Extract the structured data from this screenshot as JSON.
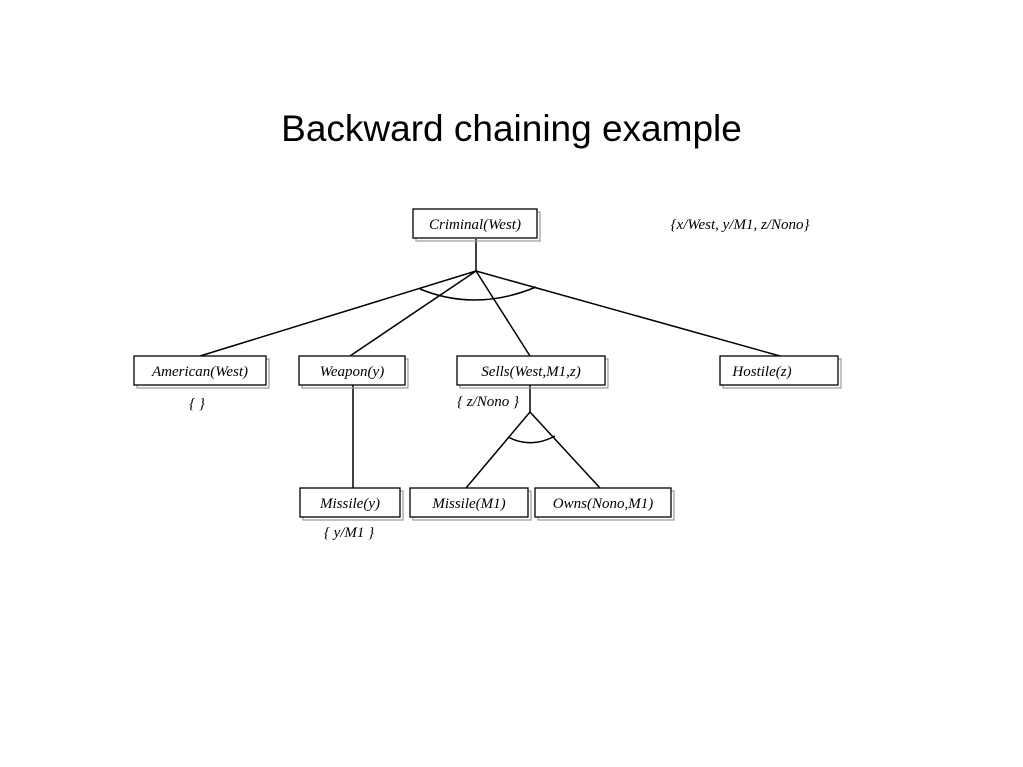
{
  "title": "Backward chaining example",
  "nodes": {
    "criminal": "Criminal(West)",
    "american": "American(West)",
    "weapon": "Weapon(y)",
    "sells": "Sells(West,M1,z)",
    "hostile": "Hostile(z)",
    "missile_y": "Missile(y)",
    "missile_m1": "Missile(M1)",
    "owns": "Owns(Nono,M1)"
  },
  "substitutions": {
    "top": "{x/West, y/M1, z/Nono}",
    "american": "{ }",
    "sells": "{ z/Nono }",
    "missile_y": "{ y/M1 }"
  }
}
